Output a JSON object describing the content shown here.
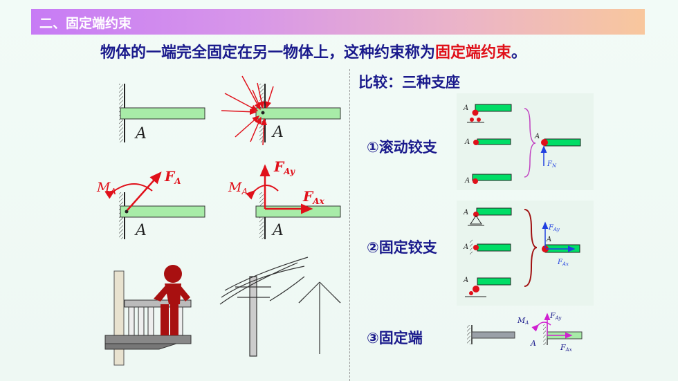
{
  "header": {
    "title": "二、固定端约束"
  },
  "subtitle": {
    "text_before": "物体的一端完全固定在另一物体上，这种约束称为",
    "highlight": "固定端约束",
    "text_after": "。"
  },
  "left": {
    "label_a": "A",
    "label_ma": "M",
    "label_ma_sub": "A",
    "label_fa": "F",
    "label_fa_sub": "A",
    "label_fay": "F",
    "label_fay_sub": "Ay",
    "label_fax": "F",
    "label_fax_sub": "Ax"
  },
  "compare": {
    "title": "比较：三种支座",
    "items": [
      {
        "label": "①滚动铰支"
      },
      {
        "label": "②固定铰支"
      },
      {
        "label": "③固定端"
      }
    ],
    "label_fn": "F",
    "label_fn_sub": "N"
  },
  "colors": {
    "beam": "#00dd66",
    "red": "#e0101a",
    "blue": "#2040e0",
    "title": "#1a1a8c"
  }
}
